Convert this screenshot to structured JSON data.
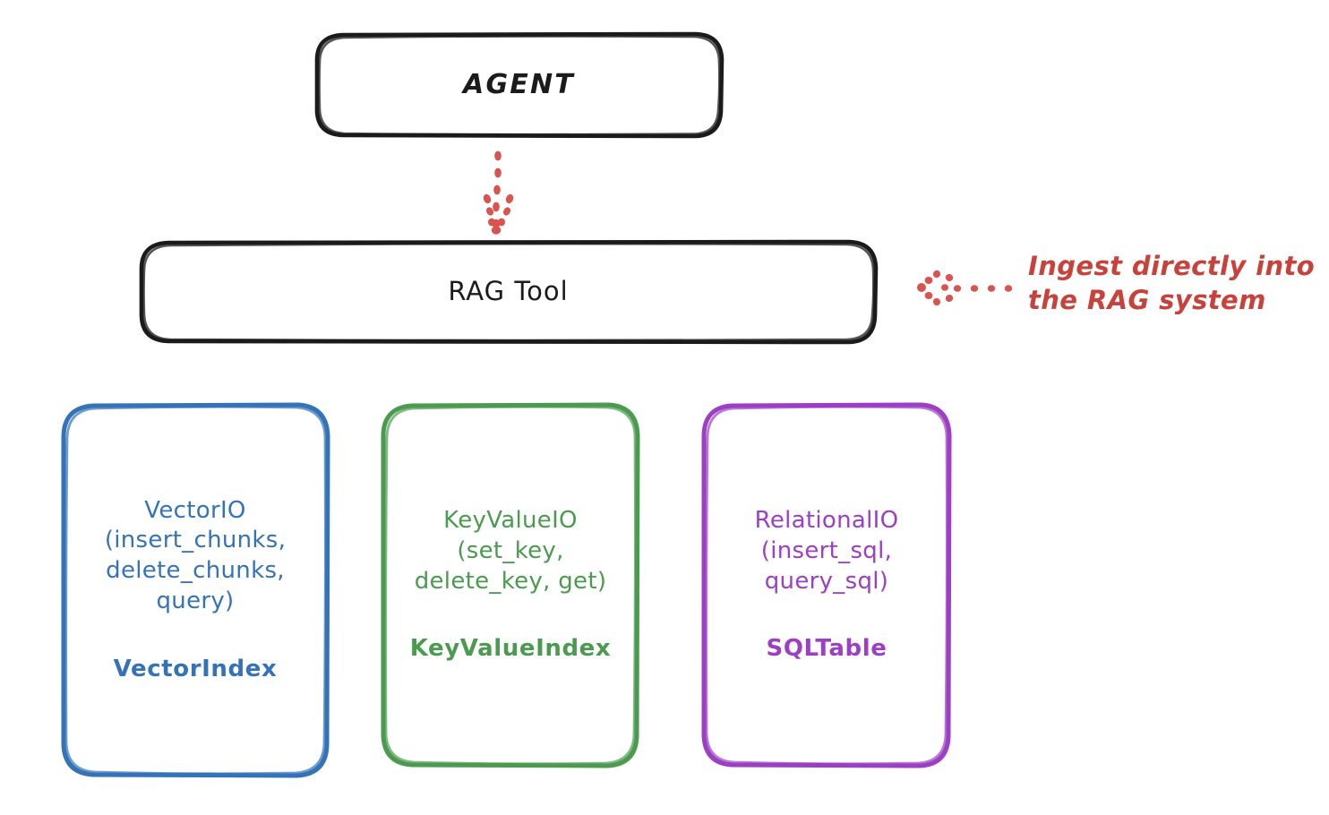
{
  "diagram": {
    "title_nodes": {
      "agent": {
        "label": "AGENT"
      },
      "rag_tool": {
        "label": "RAG Tool"
      }
    },
    "providers": [
      {
        "id": "vectorio",
        "api_label": "VectorIO\n(insert_chunks,\ndelete_chunks,\nquery)",
        "index_label": "VectorIndex",
        "color": "#3573b9"
      },
      {
        "id": "keyvalueio",
        "api_label": "KeyValueIO\n(set_key,\ndelete_key, get)",
        "index_label": "KeyValueIndex",
        "color": "#4a9b4f"
      },
      {
        "id": "relationalio",
        "api_label": "RelationalIO\n(insert_sql,\nquery_sql)",
        "index_label": "SQLTable",
        "color": "#9c3fc4"
      }
    ],
    "annotations": [
      {
        "id": "ingest",
        "text": "Ingest directly into\nthe RAG system",
        "color": "#c8413a"
      }
    ],
    "connectors": [
      {
        "id": "agent-to-ragtool",
        "style": "dotted",
        "direction": "down",
        "color": "#d9534f"
      },
      {
        "id": "annotation-to-ragtool",
        "style": "dotted",
        "direction": "left",
        "color": "#d9534f"
      }
    ],
    "colors": {
      "stroke_black": "#1b1b1b",
      "background": "#ffffff",
      "accent_red": "#d9534f"
    }
  }
}
